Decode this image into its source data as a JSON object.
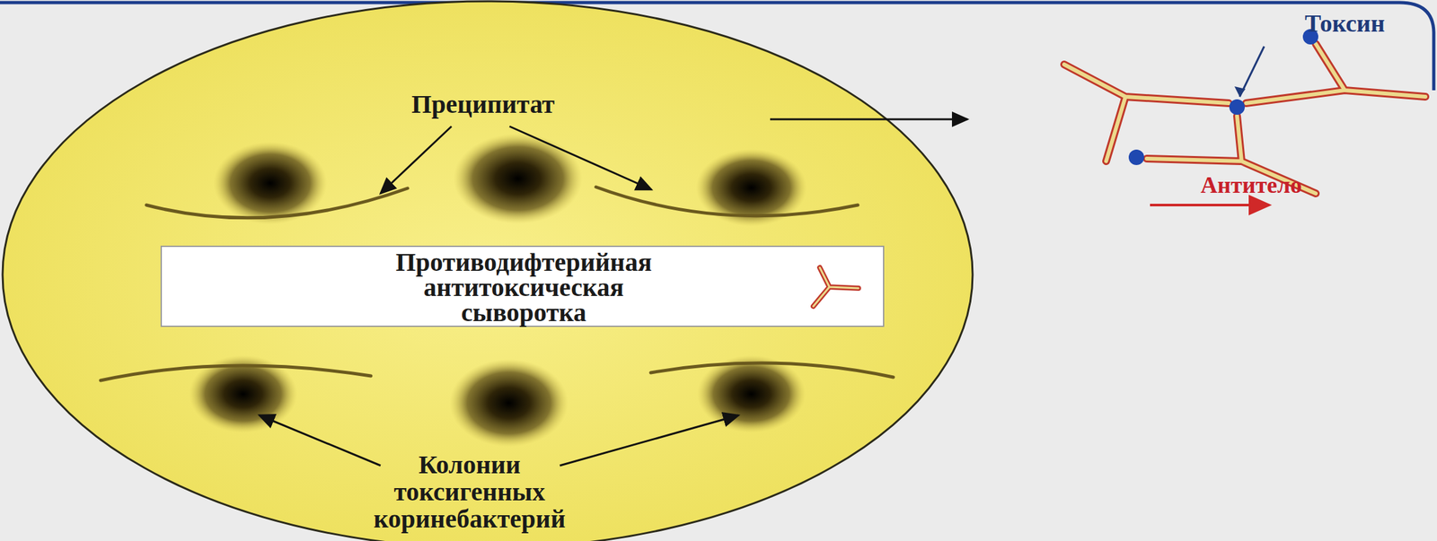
{
  "diagram": {
    "nodes": [
      {
        "text": [
          "Преципитат",
          "Колонии токсигенных коринебактерий"
        ]
      },
      {
        "text": [
          "Противодифтерийная антитоксическая сыворотка"
        ],
        "in": 0
      }
    ],
    "labels": [
      "Токсин",
      "Антитело"
    ]
  }
}
